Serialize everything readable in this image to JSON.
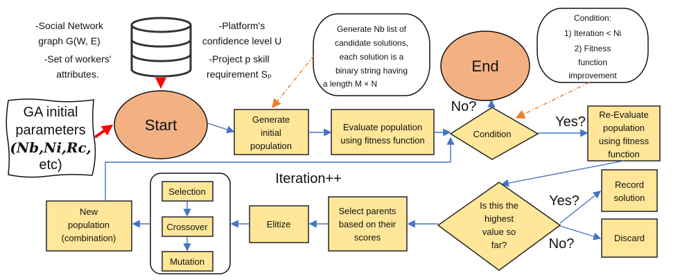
{
  "inputs": {
    "left": [
      "-Social Network",
      "graph G(W, E)",
      "-Set of workers'",
      "attributes."
    ],
    "right": [
      "-Platform's",
      "confidence level U",
      "-Project p skill",
      "requirement Sₚ"
    ]
  },
  "ga_params": [
    "GA initial",
    "parameters",
    "(Nb,Ni,Rc,",
    "etc)"
  ],
  "start": "Start",
  "end": "End",
  "generate_initial": [
    "Generate",
    "initial",
    "population"
  ],
  "evaluate": [
    "Evaluate population",
    "using fitness function"
  ],
  "condition": "Condition",
  "no_label": "No?",
  "yes_label": "Yes?",
  "re_evaluate": [
    "Re-Evaluate",
    "population",
    "using fitness",
    "function"
  ],
  "note_generate": [
    "Generate Nb list of",
    "candidate solutions,",
    "each solution is a",
    "binary string having",
    "a length M × N"
  ],
  "note_condition": [
    "Condition:",
    "1) Iteration < Ni",
    "2) Fitness",
    "function",
    "improvement"
  ],
  "iteration": "Iteration++",
  "highest_check": [
    "Is this the",
    "highest",
    "value so",
    "far?"
  ],
  "yes2_label": "Yes?",
  "no2_label": "No?",
  "record": [
    "Record",
    "solution"
  ],
  "discard": "Discard",
  "select_parents": [
    "Select parents",
    "based on their",
    "scores"
  ],
  "elitize": "Elitize",
  "operators": [
    "Selection",
    "Crossover",
    "Mutation"
  ],
  "new_population": [
    "New",
    "population",
    "(combination)"
  ],
  "colors": {
    "box": "#ffe699",
    "oval": "#f3b183",
    "arrow": "#4472c4",
    "note_arrow": "#ed7d31",
    "input_arrow": "#ff0000"
  }
}
